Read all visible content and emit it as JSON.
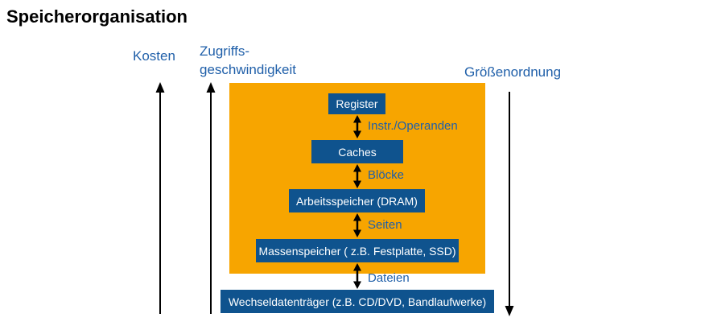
{
  "title": "Speicherorganisation",
  "axes": {
    "cost_label": "Kosten",
    "access_speed_line1": "Zugriffs-",
    "access_speed_line2": "geschwindigkeit",
    "magnitude_label": "Größenordnung"
  },
  "hierarchy": {
    "levels": [
      {
        "label": "Register"
      },
      {
        "label": "Caches"
      },
      {
        "label": "Arbeitsspeicher (DRAM)"
      },
      {
        "label": "Massenspeicher ( z.B. Festplatte, SSD)"
      },
      {
        "label": "Wechseldatenträger (z.B. CD/DVD, Bandlaufwerke)"
      }
    ],
    "transfers": [
      {
        "label": "Instr./Operanden"
      },
      {
        "label": "Blöcke"
      },
      {
        "label": "Seiten"
      },
      {
        "label": "Dateien"
      }
    ]
  },
  "colors": {
    "panel_orange": "#f7a500",
    "box_blue": "#0f538e",
    "box_text_white": "#ffffff",
    "label_blue": "#1f5fa9",
    "arrow_black": "#000000",
    "title_black": "#000000"
  }
}
